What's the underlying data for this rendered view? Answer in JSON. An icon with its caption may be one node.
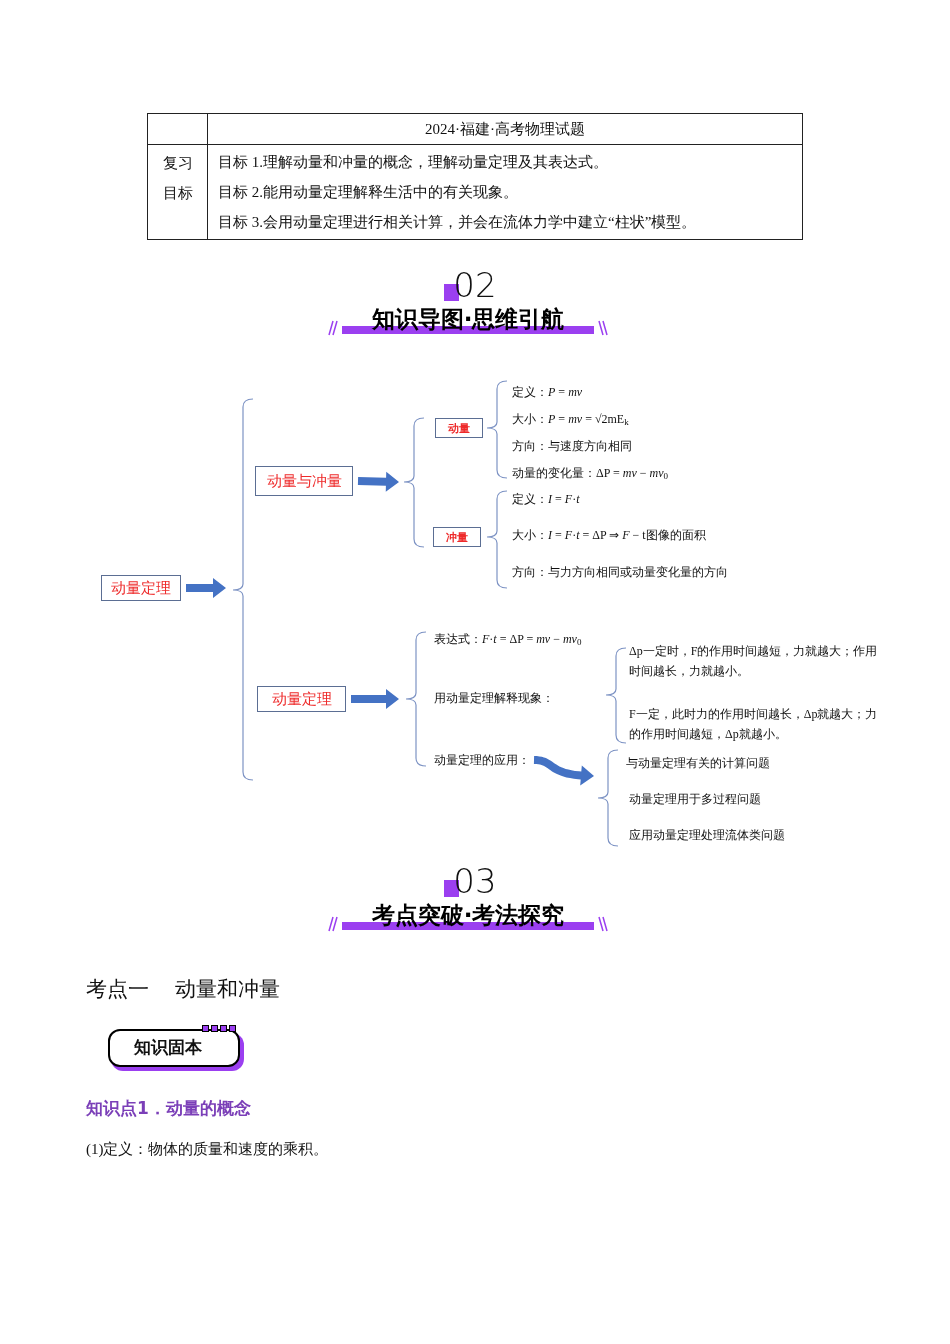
{
  "diagram": {
    "nodes": [
      {
        "text": [
          "动量定理"
        ]
      },
      {
        "text": [
          "动量与冲量"
        ]
      },
      {
        "text": [
          "动量"
        ]
      },
      {
        "text": [
          "冲量"
        ]
      },
      {
        "text": [
          "动量定理"
        ]
      },
      {
        "text": [
          "动量定理的应用："
        ]
      },
      {
        "text": [
          "知识固本"
        ]
      }
    ],
    "edges": [
      {
        "from": 0,
        "to": null,
        "arrow": "to",
        "style": "thick"
      },
      {
        "from": 1,
        "to": null,
        "arrow": "to",
        "style": "thick"
      },
      {
        "from": 4,
        "to": null,
        "arrow": "to",
        "style": "thick"
      },
      {
        "from": 5,
        "to": null,
        "arrow": "to",
        "style": "thick"
      }
    ],
    "labels": [
      "2024·福建·高考物理试题",
      "复习目标",
      "目标 1.理解动量和冲量的概念，理解动量定理及其表达式。",
      "目标 2.能用动量定理解释生活中的有关现象。",
      "目标 3.会用动量定理进行相关计算，并会在流体力学中建立“柱状”模型。",
      "02",
      "知识导图·思维引航",
      "定义：*P* = *mv*",
      "大小：*P* = *mv* = √2mE$_{k}$",
      "方向：与速度方向相同",
      "动量的变化量：ΔP = *mv* − *mv*$_{0}$",
      "定义：*I* = *F*·*t*",
      "大小：*I* = *F*·*t* = ΔP ⇒ *F* − t图像的面积",
      "方向：与力方向相同或动量变化量的方向",
      "表达式：*F*·*t* = ΔP = *mv* − *mv*$_{0}$",
      "用动量定理解释现象：",
      "Δp一定时，F的作用时间越短，力就越大；作用时间越长，力就越小。",
      "F一定，此时力的作用时间越长，Δp就越大；力的作用时间越短，Δp就越小。",
      "与动量定理有关的计算问题",
      "动量定理用于多过程问题",
      "应用动量定理处理流体类问题",
      "03",
      "考点突破·考法探究",
      "考点一",
      "动量和冲量",
      "知识点1．动量的概念",
      "(1)定义：物体的质量和速度的乘积。"
    ]
  }
}
